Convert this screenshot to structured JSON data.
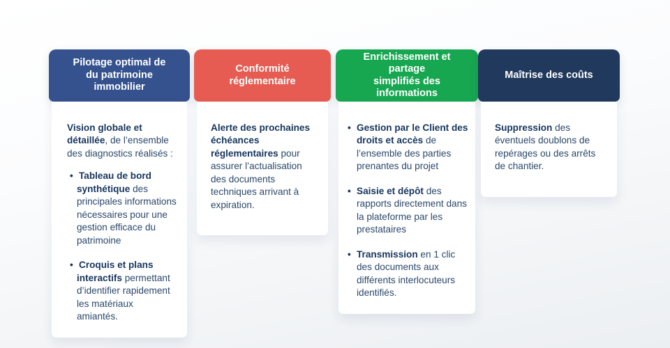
{
  "colors": {
    "card1_header": "#35528F",
    "card2_header": "#E65C52",
    "card3_header": "#18A751",
    "card4_header": "#20395C",
    "body_text": "#2A486B",
    "bold_text": "#16355E"
  },
  "cards": [
    {
      "id": "pilotage",
      "header": "Pilotage optimal de\ndu patrimoine\nimmobilier",
      "header_color": "#35528F",
      "intro": {
        "bold": "Vision globale et détaillée",
        "rest": ", de l’ensemble des diagnostics réalisés :"
      },
      "bullets": [
        {
          "bold": "Tableau de bord synthétique",
          "rest": " des principales informations nécessaires pour une gestion efficace du patrimoine"
        },
        {
          "bold": "Croquis et plans interactifs",
          "rest": " permettant d’identifier rapidement les matériaux amiantés."
        }
      ]
    },
    {
      "id": "conformite",
      "header": "Conformité\nréglementaire",
      "header_color": "#E65C52",
      "intro": {
        "bold": "Alerte des prochaines échéances réglementaires",
        "rest": " pour assurer l’actualisation des documents techniques arrivant à expiration."
      }
    },
    {
      "id": "enrichissement",
      "header": "Enrichissement et\npartage\nsimplifiés des\ninformations",
      "header_color": "#18A751",
      "bullets": [
        {
          "bold": "Gestion par le Client des droits et accès",
          "rest": " de l’ensemble des parties prenantes du projet"
        },
        {
          "bold": "Saisie et dépôt",
          "rest": " des rapports directement dans la plateforme par les prestataires"
        },
        {
          "bold": "Transmission",
          "rest": " en 1 clic des documents aux différents interlocuteurs identifiés."
        }
      ]
    },
    {
      "id": "maitrise",
      "header": "Maîtrise des coûts",
      "header_color": "#20395C",
      "intro": {
        "bold": "Suppression",
        "rest": " des éventuels doublons de repérages ou des arrêts de chantier."
      }
    }
  ]
}
